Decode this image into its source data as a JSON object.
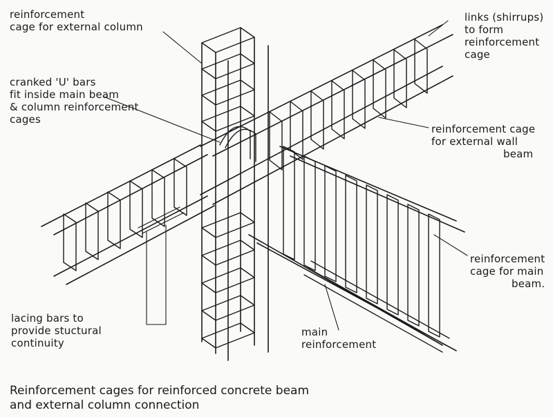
{
  "labels": {
    "column_cage": [
      "reinforcement",
      "cage for external column"
    ],
    "cranked_bars": [
      "cranked 'U' bars",
      "fit inside main beam",
      "& column reinforcement",
      "cages"
    ],
    "lacing_bars": [
      "lacing bars to",
      "provide stuctural",
      "continuity"
    ],
    "links": [
      "links (shirrups)",
      "to form",
      "reinforcement",
      "cage"
    ],
    "wall_beam": [
      "reinforcement cage",
      "for external wall",
      "beam"
    ],
    "main_beam": [
      "reinforcement",
      "cage for main",
      "beam."
    ],
    "main_reinforcement": [
      "main",
      "reinforcement"
    ]
  },
  "caption": [
    "Reinforcement cages for reinforced concrete beam",
    "and external column connection"
  ],
  "colors": {
    "ink": "#1a1a1a",
    "paper": "#fafaf8",
    "bleed": "#c9c9c4"
  }
}
